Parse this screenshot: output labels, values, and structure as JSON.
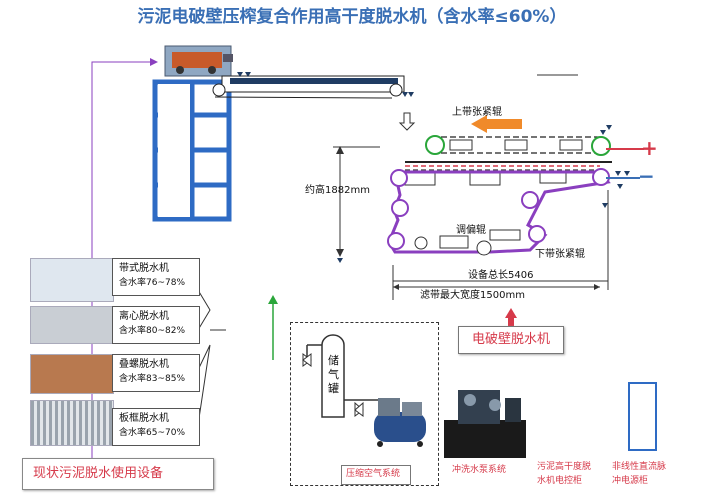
{
  "title": "污泥电破壁压榨复合作用高干度脱水机（含水率≤60%）",
  "main_machine": {
    "height_label": "约高1882mm",
    "upper_roller_label": "上带张紧辊",
    "adjust_roller_label": "调偏辊",
    "lower_roller_label": "下带张紧辊",
    "total_length_label": "设备总长5406",
    "belt_width_label": "滤带最大宽度1500mm",
    "name_label": "电破壁脱水机",
    "plus_sign": "+",
    "minus_sign": "−"
  },
  "existing_equipment": {
    "caption": "现状污泥脱水使用设备",
    "items": [
      {
        "name": "带式脱水机",
        "rate": "含水率76~78%"
      },
      {
        "name": "离心脱水机",
        "rate": "含水率80~82%"
      },
      {
        "name": "叠螺脱水机",
        "rate": "含水率83~85%"
      },
      {
        "name": "板框脱水机",
        "rate": "含水率65~70%"
      }
    ]
  },
  "subsystems": {
    "tank_label": "储气罐",
    "air_system_label": "压缩空气系统",
    "pump_label": "冲洗水泵系统",
    "cabinet_label_line1": "污泥高干度脱",
    "cabinet_label_line2": "水机电控柜",
    "power_label_line1": "非线性直流脉",
    "power_label_line2": "冲电源柜"
  },
  "colors": {
    "title": "#3a6fb5",
    "frame": "#2e6bc4",
    "belt": "#8a3fbf",
    "roller_green": "#2aa63a",
    "plus_red": "#d63a4a",
    "arrow_orange": "#f08a2a",
    "cabinet_border": "#2e6bc4"
  }
}
